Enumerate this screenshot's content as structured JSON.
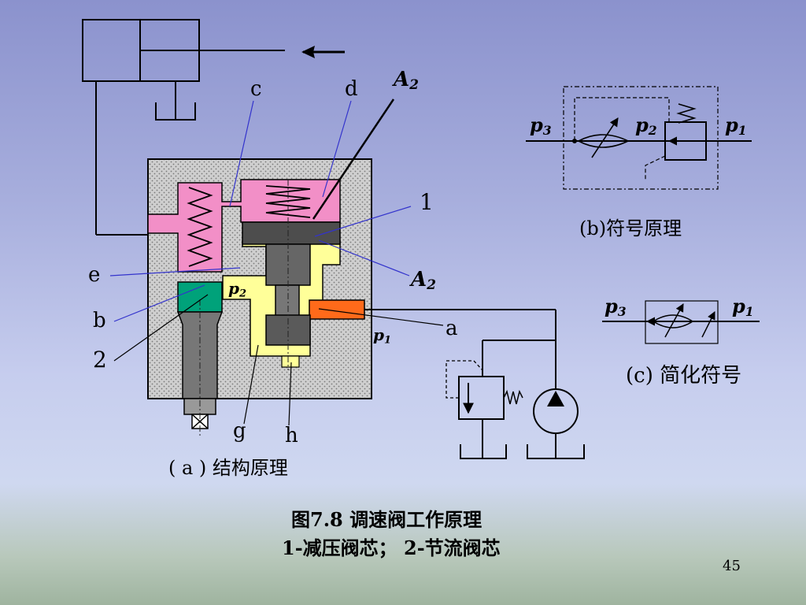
{
  "labels": {
    "c": "c",
    "d": "d",
    "A": "A",
    "A_sub": "2",
    "one": "1",
    "A2": "A",
    "A2_sub": "2",
    "e": "e",
    "b": "b",
    "two": "2",
    "p2": "p",
    "p2_sub": "2",
    "p1": "p",
    "p1_sub": "1",
    "a": "a",
    "g": "g",
    "h": "h",
    "cap_a": "( a ) 结构原理"
  },
  "symbol_b": {
    "p3": "p",
    "p3_sub": "3",
    "p2": "p",
    "p2_sub": "2",
    "p1": "p",
    "p1_sub": "1",
    "caption": "(b)符号原理"
  },
  "symbol_c": {
    "p3": "p",
    "p3_sub": "3",
    "p1": "p",
    "p1_sub": "1",
    "caption": "(c) 简化符号"
  },
  "figure": {
    "title": "图7.8   调速阀工作原理",
    "legend": "1-减压阀芯；  2-节流阀芯"
  },
  "page_number": "45",
  "colors": {
    "body": "#cfcfcf",
    "pink": "#f28fc7",
    "yellow": "#ffff99",
    "green": "#00a27a",
    "orange": "#ff6a1a",
    "spool": "#595959",
    "line_blue": "#3333cc"
  }
}
